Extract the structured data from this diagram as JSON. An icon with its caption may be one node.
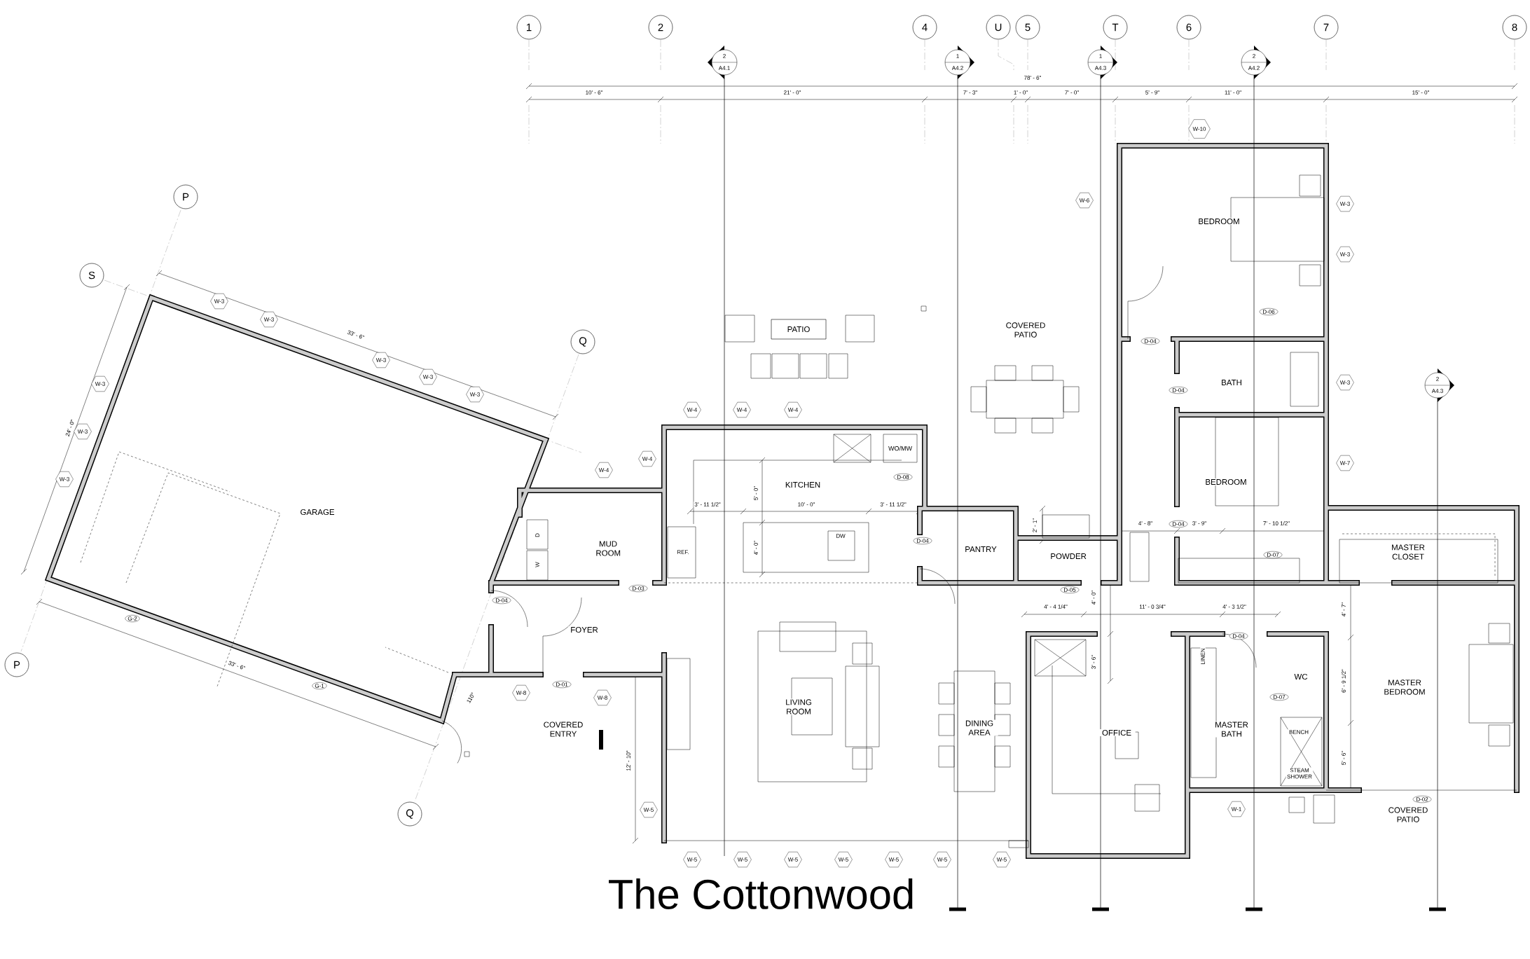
{
  "diagram": {
    "title": "The Cottonwood",
    "labels": [
      "1",
      "2",
      "4",
      "U",
      "5",
      "T",
      "6",
      "7",
      "8",
      "2",
      "A4.1",
      "1",
      "A4.2",
      "1",
      "A4.3",
      "2",
      "A4.2",
      "78' - 6\"",
      "10' - 6\"",
      "21' - 0\"",
      "7' - 3\"",
      "1' - 0\"",
      "7' - 0\"",
      "5' - 9\"",
      "11' - 0\"",
      "15' - 0\"",
      "W-10",
      "P",
      "W-6",
      "W-3",
      "BEDROOM",
      "W-3",
      "S",
      "W-3",
      "D-06",
      "W-3",
      "PATIO",
      "COVERED PATIO",
      "33' - 6\"",
      "D-04",
      "Q",
      "W-3",
      "W-3",
      "W-3",
      "W-3",
      "D-04",
      "BATH",
      "W-3",
      "2",
      "A4.3",
      "W-4",
      "W-4",
      "W-4",
      "24' - 0\"",
      "W-3",
      "WO/MW",
      "W-4",
      "W-7",
      "W-4",
      "D-08",
      "W-3",
      "BEDROOM",
      "KITCHEN",
      "5' - 0\"",
      "3' - 11 1/2\"",
      "10' - 0\"",
      "3' - 11 1/2\"",
      "GARAGE",
      "2' - 1\"",
      "4' - 8\"",
      "D-04",
      "3' - 9\"",
      "7' - 10 1/2\"",
      "D",
      "MUD ROOM",
      "REF.",
      "4' - 0\"",
      "DW",
      "D-04",
      "PANTRY",
      "POWDER",
      "D-07",
      "MASTER CLOSET",
      "W",
      "D-03",
      "D-05",
      "4' - 0\"",
      "D-04",
      "4' - 4 1/4\"",
      "11' - 0 3/4\"",
      "4' - 3 1/2\"",
      "4' - 7\"",
      "G-2",
      "FOYER",
      "D-04",
      "P",
      "33' - 6\"",
      "3' - 6\"",
      "LINEN",
      "G-1",
      "110°",
      "W-8",
      "D-01",
      "W-8",
      "LIVING ROOM",
      "D-07",
      "WC",
      "6' - 9 1/2\"",
      "MASTER BEDROOM",
      "COVERED ENTRY",
      "DINING AREA",
      "OFFICE",
      "MASTER BATH",
      "BENCH",
      "12' - 10\"",
      "5' - 6\"",
      "STEAM SHOWER",
      "D-02",
      "Q",
      "W-5",
      "W-1",
      "COVERED PATIO",
      "W-5",
      "W-5",
      "W-5",
      "W-5",
      "W-5",
      "W-5",
      "W-5"
    ]
  }
}
